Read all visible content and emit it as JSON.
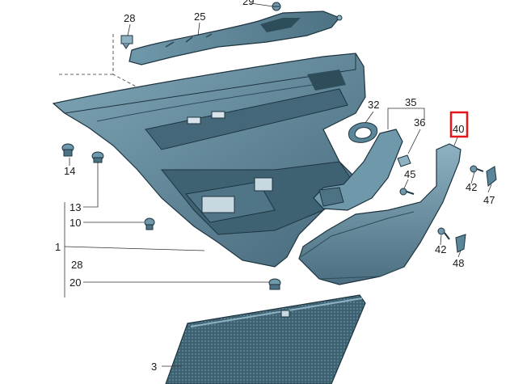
{
  "colors": {
    "part_fill": "#5b8598",
    "part_light": "#7fa6b7",
    "part_dark": "#3e6272",
    "outline": "#1d3440",
    "highlight": "#e8141c"
  },
  "highlighted_callout": "40",
  "callouts": {
    "c29": "29",
    "c28_top": "28",
    "c25": "25",
    "c32": "32",
    "c35": "35",
    "c36": "36",
    "c40": "40",
    "c14": "14",
    "c13": "13",
    "c10": "10",
    "c1": "1",
    "c28_bottom": "28",
    "c20": "20",
    "c3": "3",
    "c45": "45",
    "c42_right": "42",
    "c47": "47",
    "c42_mid": "42",
    "c48": "48"
  }
}
